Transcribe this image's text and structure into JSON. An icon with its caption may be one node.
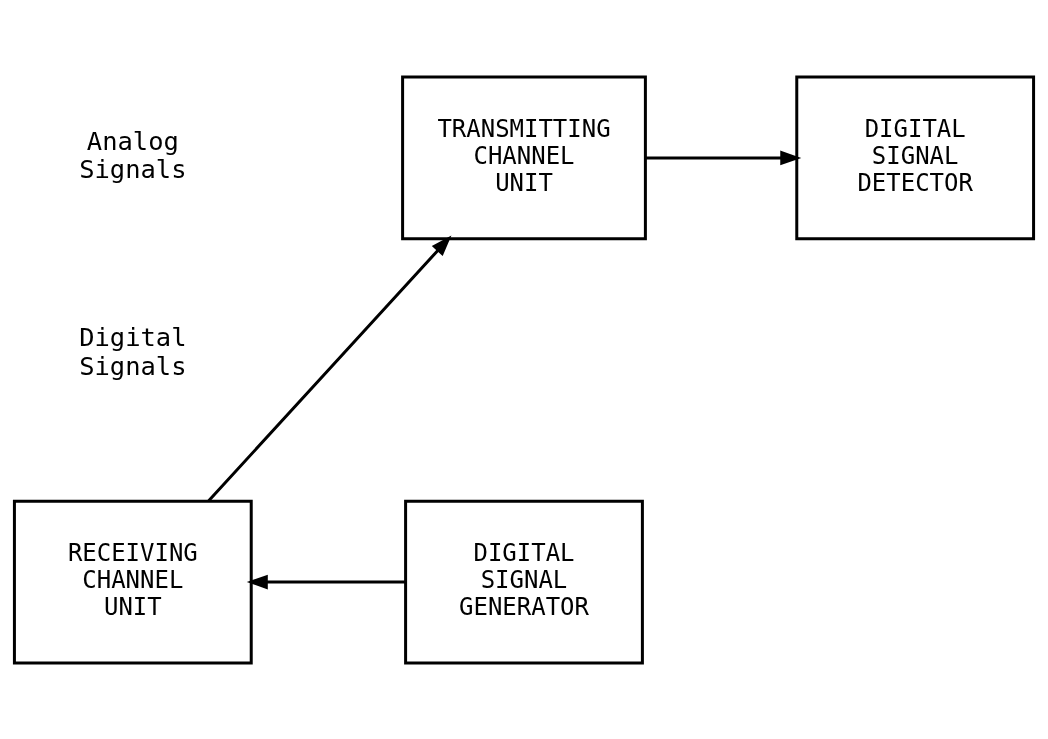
{
  "diagram": {
    "nodes": [
      {
        "text": [
          "TRANSMITTING CHANNEL UNIT"
        ]
      },
      {
        "text": [
          "DIGITAL SIGNAL DETECTOR"
        ]
      },
      {
        "text": [
          "RECEIVING CHANNEL UNIT"
        ]
      },
      {
        "text": [
          "DIGITAL SIGNAL GENERATOR"
        ]
      }
    ],
    "edges": [
      {
        "from": 0,
        "to": 1,
        "arrow": "to"
      },
      {
        "from": 3,
        "to": 2,
        "arrow": "to"
      },
      {
        "from": 2,
        "to": 0,
        "arrow": "to"
      }
    ],
    "labels": [
      "Analog Signals",
      "Digital Signals"
    ]
  }
}
